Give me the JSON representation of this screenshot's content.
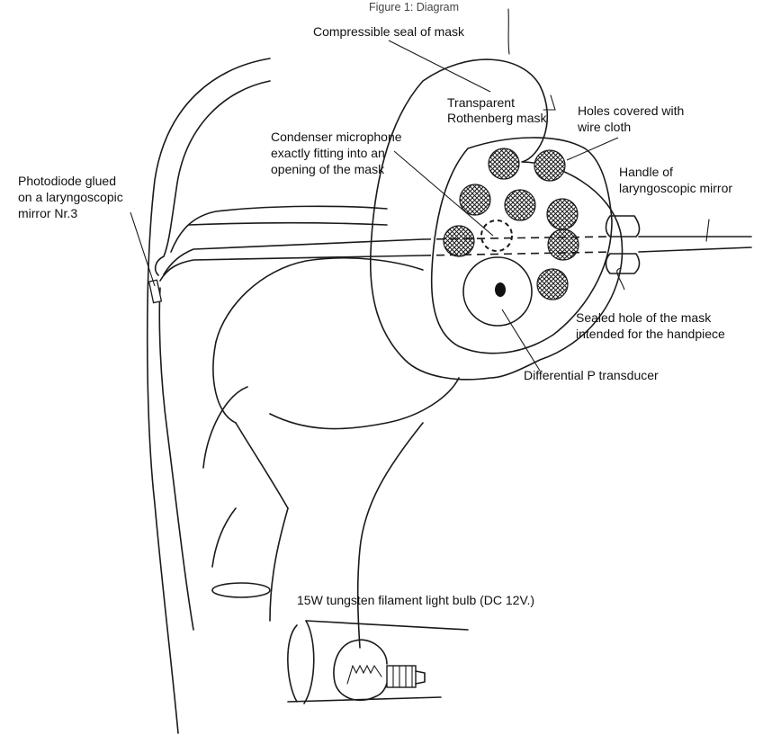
{
  "page": {
    "top_caption": "Figure 1: Diagram"
  },
  "labels": {
    "seal": "Compressible seal of mask",
    "mask": [
      "Transparent",
      "Rothenberg mask"
    ],
    "holes": [
      "Holes covered with",
      "wire cloth"
    ],
    "microphone": [
      "Condenser microphone",
      "exactly fitting into an",
      "opening of the mask"
    ],
    "photodiode": [
      "Photodiode glued",
      "on a laryngoscopic",
      "mirror Nr.3"
    ],
    "handle": [
      "Handle of",
      "laryngoscopic mirror"
    ],
    "sealed_hole": [
      "Sealed hole of the mask",
      "intended for the handpiece"
    ],
    "transducer": "Differential P transducer",
    "bulb": "15W tungsten filament light bulb (DC 12V.)"
  }
}
